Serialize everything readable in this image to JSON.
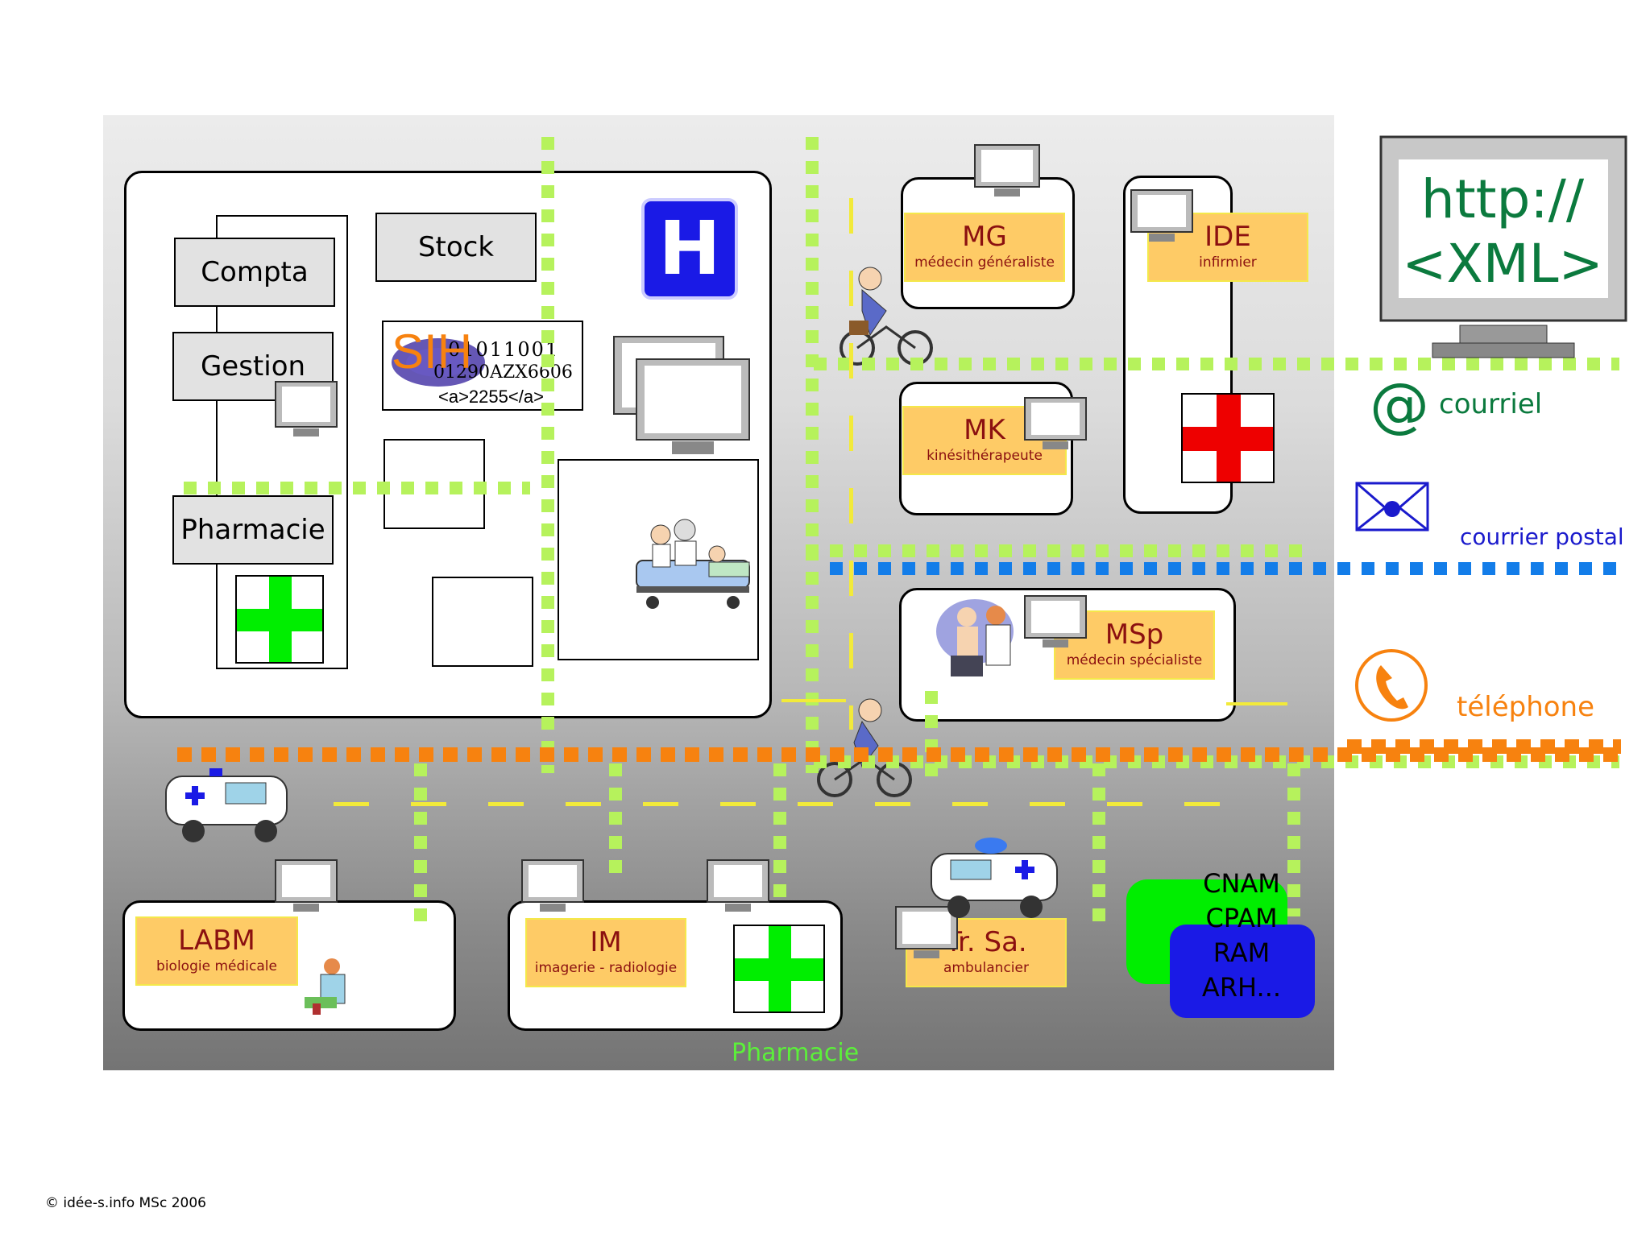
{
  "hospital": {
    "compta": "Compta",
    "gestion": "Gestion",
    "stock": "Stock",
    "pharmacie": "Pharmacie",
    "sih": "SIH",
    "binary_line1": "01011001",
    "binary_line2": "01290AZX6606",
    "binary_line3": "<a>2255</a>",
    "h_sign": "H"
  },
  "actors": {
    "mg": {
      "code": "MG",
      "desc": "médecin généraliste"
    },
    "ide": {
      "code": "IDE",
      "desc": "infirmier"
    },
    "mk": {
      "code": "MK",
      "desc": "kinésithérapeute"
    },
    "msp": {
      "code": "MSp",
      "desc": "médecin spécialiste"
    },
    "labm": {
      "code": "LABM",
      "desc": "biologie médicale"
    },
    "im": {
      "code": "IM",
      "desc": "imagerie - radiologie"
    },
    "trsa": {
      "code": "Tr. Sa.",
      "desc": "ambulancier"
    }
  },
  "insurers": [
    "CNAM",
    "CPAM",
    "RAM",
    "ARH..."
  ],
  "pharmacie_label": "Pharmacie",
  "web_monitor": {
    "line1": "http://",
    "line2": "<XML>"
  },
  "legend": {
    "email_symbol": "@",
    "email": "courriel",
    "postal": "courrier postal",
    "phone": "téléphone"
  },
  "colors": {
    "email": "#0b7a3e",
    "postal": "#1a1acc",
    "phone": "#f7820f",
    "green_cross": "#00ee00",
    "red_cross": "#ee0000",
    "h_blue": "#1a1ae6"
  },
  "footer": "© idée-s.info MSc 2006"
}
